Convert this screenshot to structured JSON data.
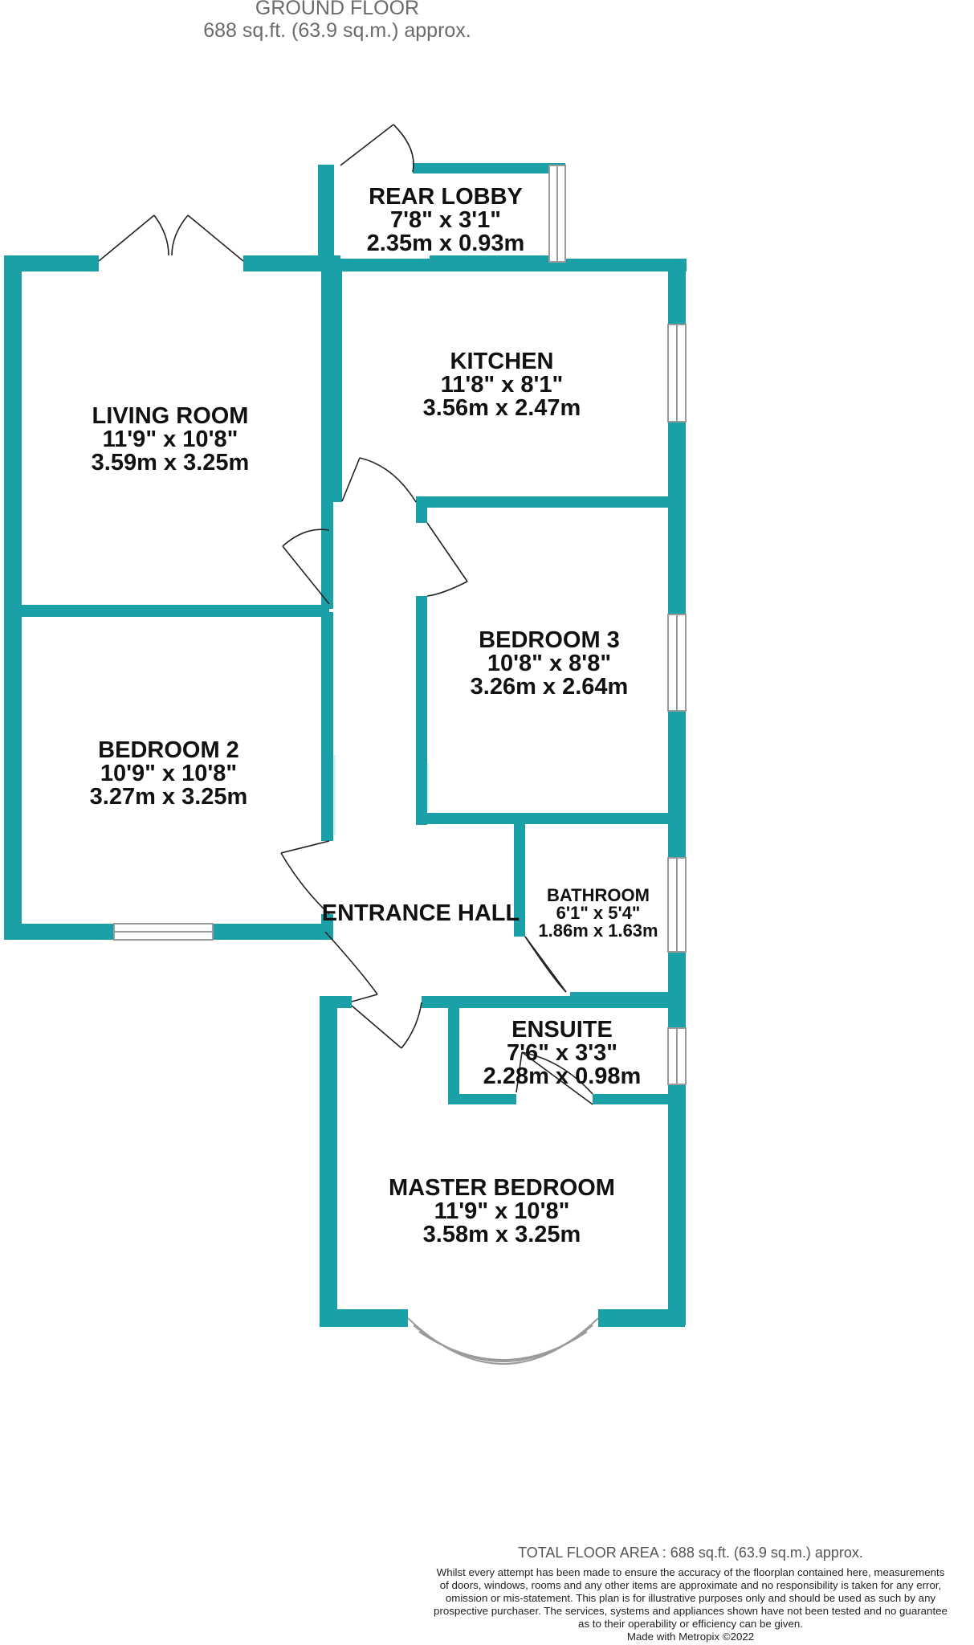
{
  "header": {
    "floor_title": "GROUND FLOOR",
    "floor_area": "688 sq.ft. (63.9 sq.m.) approx."
  },
  "rooms": {
    "rear_lobby": {
      "name": "REAR LOBBY",
      "imperial": "7'8\"  x 3'1\"",
      "metric": "2.35m  x 0.93m"
    },
    "kitchen": {
      "name": "KITCHEN",
      "imperial": "11'8\"  x 8'1\"",
      "metric": "3.56m  x 2.47m"
    },
    "living_room": {
      "name": "LIVING ROOM",
      "imperial": "11'9\"  x 10'8\"",
      "metric": "3.59m  x 3.25m"
    },
    "bedroom_3": {
      "name": "BEDROOM 3",
      "imperial": "10'8\"  x 8'8\"",
      "metric": "3.26m  x 2.64m"
    },
    "bedroom_2": {
      "name": "BEDROOM 2",
      "imperial": "10'9\"  x 10'8\"",
      "metric": "3.27m  x 3.25m"
    },
    "entrance_hall": {
      "name": "ENTRANCE HALL"
    },
    "bathroom": {
      "name": "BATHROOM",
      "imperial": "6'1\"  x 5'4\"",
      "metric": "1.86m  x 1.63m"
    },
    "ensuite": {
      "name": "ENSUITE",
      "imperial": "7'6\"  x 3'3\"",
      "metric": "2.28m  x 0.98m"
    },
    "master_bedroom": {
      "name": "MASTER BEDROOM",
      "imperial": "11'9\"  x 10'8\"",
      "metric": "3.58m  x 3.25m"
    }
  },
  "footer": {
    "total_area": "TOTAL FLOOR AREA : 688 sq.ft. (63.9 sq.m.) approx.",
    "disclaimer_lines": [
      "Whilst every attempt has been made to ensure the accuracy of the floorplan contained here, measurements",
      "of doors, windows, rooms and any other items are approximate and no responsibility is taken for any error,",
      "omission or mis-statement. This plan is for illustrative purposes only and should be used as such by any",
      "prospective purchaser. The services, systems and appliances shown have not been tested and no guarantee",
      "as to their operability or efficiency can be given."
    ],
    "credit": "Made with Metropix ©2022"
  },
  "colors": {
    "wall": "#1aa0a6",
    "window": "#9a9a9a",
    "door": "#222222"
  }
}
